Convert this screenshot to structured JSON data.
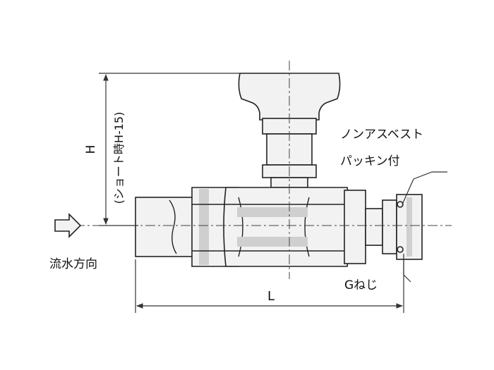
{
  "labels": {
    "height_symbol": "H",
    "height_short_note": "(ショート時H-15)",
    "length_symbol": "L",
    "gasket_line1": "ノンアスベスト",
    "gasket_line2": "パッキン付",
    "thread": "Gねじ",
    "flow_direction": "流水方向"
  }
}
